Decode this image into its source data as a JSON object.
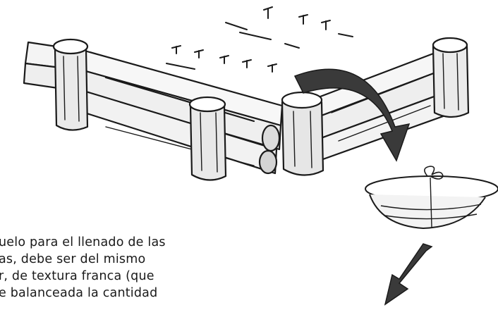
{
  "caption": {
    "lines": [
      "uelo para el llenado de las",
      "as, debe ser del mismo",
      "r, de textura franca (que",
      "e balanceada la cantidad"
    ]
  },
  "colors": {
    "ink": "#1a1a1a",
    "arrow": "#3a3a3a",
    "paper": "#ffffff"
  },
  "icons": {
    "bed": "raised-garden-bed-illustration",
    "arrow": "curved-arrow-icon",
    "basket": "basket-icon"
  }
}
